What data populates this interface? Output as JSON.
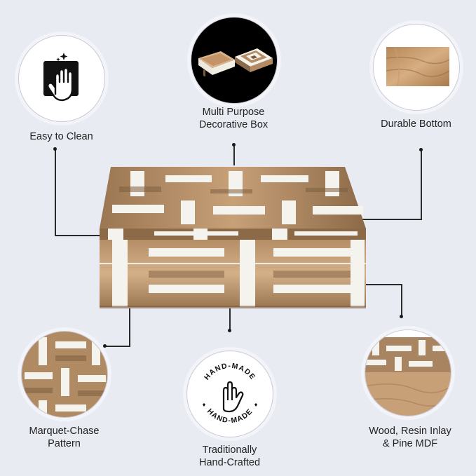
{
  "features": {
    "easy_clean": {
      "label": "Easy to Clean",
      "icon": "wipe-cloth-hand-icon"
    },
    "multi_purpose": {
      "line1": "Multi Purpose",
      "line2": "Decorative Box",
      "icon": "open-box-icon"
    },
    "durable_bottom": {
      "label": "Durable Bottom",
      "icon": "wood-panel-icon"
    },
    "marquet_chase": {
      "line1": "Marquet-Chase",
      "line2": "Pattern",
      "icon": "pattern-closeup-icon"
    },
    "handcrafted": {
      "line1": "Traditionally",
      "line2": "Hand-Crafted",
      "icon": "hand-made-stamp-icon",
      "stamp_text_top": "HAND-MADE",
      "stamp_text_bottom": "HAND-MADE"
    },
    "materials": {
      "line1": "Wood, Resin Inlay",
      "line2": "& Pine MDF",
      "icon": "wood-resin-corner-icon"
    }
  },
  "colors": {
    "background": "#e9ebf3",
    "wood_light": "#c9a27a",
    "wood_dark": "#8a6a4a",
    "resin": "#f6f4ef"
  }
}
